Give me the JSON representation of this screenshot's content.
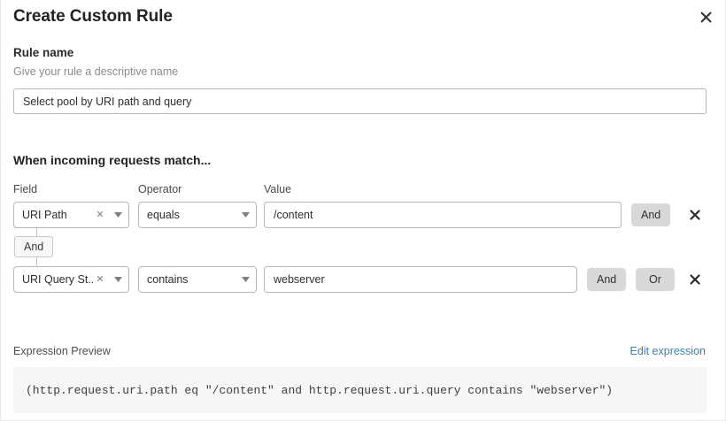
{
  "dialog": {
    "title": "Create Custom Rule",
    "close_icon": "close-icon"
  },
  "rule_name": {
    "label": "Rule name",
    "help_text": "Give your rule a descriptive name",
    "value": "Select pool by URI path and query",
    "placeholder": "Rule name"
  },
  "match_section": {
    "heading": "When incoming requests match...",
    "column_labels": {
      "field": "Field",
      "operator": "Operator",
      "value": "Value"
    },
    "group_logic_badge": "And",
    "conditions": [
      {
        "field": "URI Path",
        "field_clear_icon": "close-small-icon",
        "field_caret_icon": "chevron-down-icon",
        "operator": "equals",
        "operator_caret_icon": "chevron-down-icon",
        "value": "/content",
        "value_placeholder": "Value",
        "logic_buttons": [
          "And"
        ],
        "remove_icon": "close-icon"
      },
      {
        "field": "URI Query St...",
        "field_clear_icon": "close-small-icon",
        "field_caret_icon": "chevron-down-icon",
        "operator": "contains",
        "operator_caret_icon": "chevron-down-icon",
        "value": "webserver",
        "value_placeholder": "Value",
        "logic_buttons": [
          "And",
          "Or"
        ],
        "remove_icon": "close-icon"
      }
    ]
  },
  "expression_preview": {
    "label": "Expression Preview",
    "edit_link": "Edit expression",
    "code": "(http.request.uri.path eq \"/content\" and http.request.uri.query contains \"webserver\")"
  },
  "colors": {
    "link": "#3c7fa6",
    "logic_button_bg": "#d8d8d8",
    "code_bg": "#f6f6f6",
    "border": "#b7b7b7"
  }
}
